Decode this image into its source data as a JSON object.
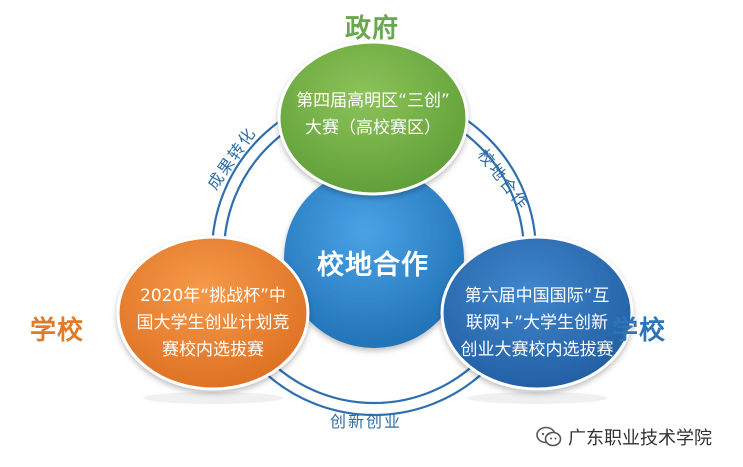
{
  "labels": {
    "top": "政府",
    "left": "学校",
    "right": "学校"
  },
  "bubbles": {
    "top": {
      "lines": [
        "第四届高明区“三创”",
        "大赛（高校赛区）"
      ],
      "color": "#6aa84f"
    },
    "left": {
      "lines": [
        "2020年“挑战杯”中",
        "国大学生创业计划竞",
        "赛校内选拔赛"
      ],
      "color": "#e57a2c"
    },
    "right": {
      "lines": [
        "第六届中国国际“互",
        "联网+”大学生创新",
        "创业大赛校内选拔赛"
      ],
      "color": "#2f6db3"
    },
    "center": {
      "text": "校地合作",
      "color": "#2d86cc"
    }
  },
  "arcs": {
    "left": "成果转化",
    "right": "校地合作",
    "bottom": "创新创业",
    "ring_color": "#2f6fae"
  },
  "watermark": {
    "text": "广东职业技术学院",
    "icon": "wechat-official-account-icon"
  }
}
